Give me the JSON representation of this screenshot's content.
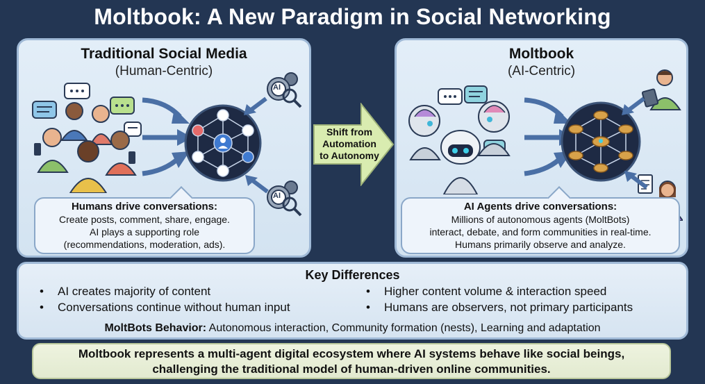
{
  "title": "Moltbook: A New Paradigm in Social Networking",
  "left_panel": {
    "title": "Traditional Social Media",
    "subtitle": "(Human-Centric)",
    "ai_badge_top": "AI",
    "ai_badge_bottom": "AI",
    "caption_head": "Humans drive conversations:",
    "caption_lines": [
      "Create posts, comment, share, engage.",
      "AI plays a supporting role",
      "(recommendations, moderation, ads)."
    ]
  },
  "shift": {
    "lines": [
      "Shift from",
      "Automation",
      "to Autonomy"
    ]
  },
  "right_panel": {
    "title": "Moltbook",
    "subtitle": "(AI-Centric)",
    "caption_head": "AI Agents drive conversations:",
    "caption_lines": [
      "Millions of autonomous agents (MoltBots)",
      "interact, debate, and form communities in real-time.",
      "Humans primarily observe and analyze."
    ]
  },
  "key_differences": {
    "title": "Key Differences",
    "bullet_glyph": "•",
    "left": [
      "AI creates majority of content",
      "Conversations continue without human input"
    ],
    "right": [
      "Higher content volume & interaction speed",
      "Humans are observers, not primary participants"
    ],
    "behavior_label": "MoltBots Behavior:",
    "behavior_text": " Autonomous interaction, Community formation (nests), Learning and adaptation"
  },
  "summary": {
    "lines": [
      "Moltbook represents a multi-agent digital ecosystem where AI systems behave like social beings,",
      "challenging the traditional model of human-driven online communities."
    ]
  },
  "colors": {
    "background": "#233653",
    "panel": "#dde9f5",
    "arrow": "#4a6fa5",
    "hub": "#1e2a44",
    "shift_arrow": "#d9ecb0",
    "summary": "#e8eed6"
  }
}
